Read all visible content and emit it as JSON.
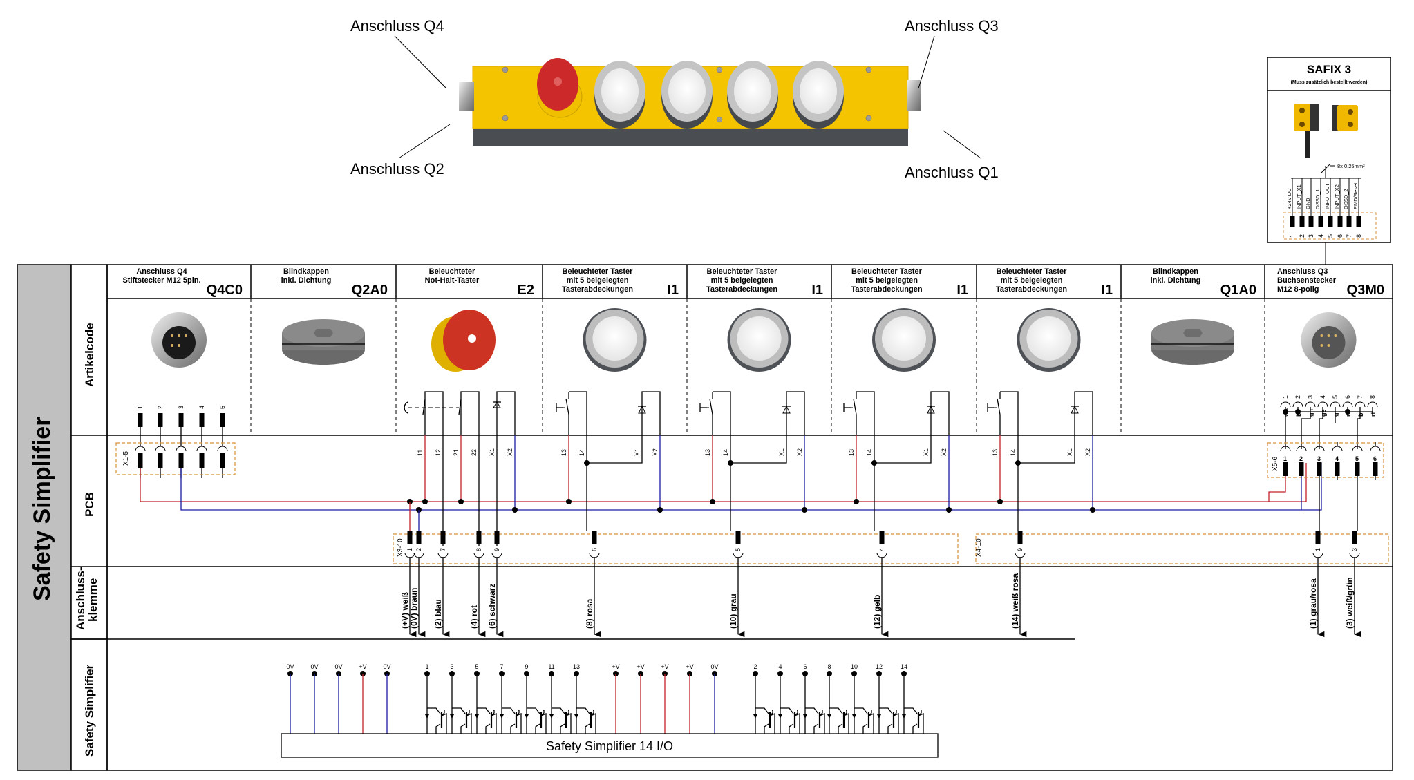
{
  "callouts": {
    "q4": "Anschluss Q4",
    "q3": "Anschluss Q3",
    "q2": "Anschluss Q2",
    "q1": "Anschluss Q1"
  },
  "safix": {
    "title": "SAFIX 3",
    "subtitle": "(Muss zusätzlich bestellt werden)",
    "cable": "8x 0.25mm²",
    "signals": [
      "+24V DC",
      "INPUT_X1",
      "GND",
      "OSSD_1",
      "INFO_OUT",
      "INPUT_X2",
      "OSSD_2",
      "EMD/Reset"
    ],
    "pins": [
      "1",
      "2",
      "3",
      "4",
      "5",
      "6",
      "7",
      "8"
    ]
  },
  "main_label": "Safety Simplifier",
  "rows": {
    "artikelcode": "Artikelcode",
    "pcb": "PCB",
    "klemme_1": "Anschluss-",
    "klemme_2": "klemme",
    "simplifier": "Safety Simplifier"
  },
  "columns": [
    {
      "desc": [
        "Anschluss Q4",
        "Stiftstecker M12 5pin."
      ],
      "code": "Q4C0",
      "image": "m12-male-connector"
    },
    {
      "desc": [
        "Blindkappen",
        "inkl. Dichtung"
      ],
      "code": "Q2A0",
      "image": "blind-cap"
    },
    {
      "desc": [
        "Beleuchteter",
        "Not-Halt-Taster"
      ],
      "code": "E2",
      "image": "emergency-stop-button"
    },
    {
      "desc": [
        "Beleuchteter Taster",
        "mit 5 beigelegten",
        "Tasterabdeckungen"
      ],
      "code": "I1",
      "image": "illuminated-pushbutton"
    },
    {
      "desc": [
        "Beleuchteter Taster",
        "mit 5 beigelegten",
        "Tasterabdeckungen"
      ],
      "code": "I1",
      "image": "illuminated-pushbutton"
    },
    {
      "desc": [
        "Beleuchteter Taster",
        "mit 5 beigelegten",
        "Tasterabdeckungen"
      ],
      "code": "I1",
      "image": "illuminated-pushbutton"
    },
    {
      "desc": [
        "Beleuchteter Taster",
        "mit 5 beigelegten",
        "Tasterabdeckungen"
      ],
      "code": "I1",
      "image": "illuminated-pushbutton"
    },
    {
      "desc": [
        "Blindkappen",
        "inkl. Dichtung"
      ],
      "code": "Q1A0",
      "image": "blind-cap"
    },
    {
      "desc": [
        "Anschluss Q3",
        "Buchsenstecker",
        "M12 8-polig"
      ],
      "code": "Q3M0",
      "image": "m12-female-connector"
    }
  ],
  "q4_pins": [
    "1",
    "2",
    "3",
    "4",
    "5"
  ],
  "q3_pins": [
    "1",
    "2",
    "3",
    "4",
    "5",
    "6",
    "7",
    "8"
  ],
  "q3_wire_colors": [
    "ws",
    "br",
    "gn",
    "ge",
    "gr",
    "rs",
    "bl",
    "rt"
  ],
  "estop_contacts": [
    "11",
    "12",
    "21",
    "22",
    "X1",
    "X2"
  ],
  "button_contacts": [
    "13",
    "14",
    "X1",
    "X2"
  ],
  "terminals": {
    "x1": {
      "name": "X1-5",
      "pins": [
        "1",
        "2",
        "3",
        "4",
        "5"
      ]
    },
    "x3": {
      "name": "X3-10",
      "pins": [
        "1",
        "2",
        "7",
        "8",
        "9",
        "6",
        "5",
        "4"
      ]
    },
    "x4": {
      "name": "X4-10",
      "pins": [
        "9",
        "1",
        "3"
      ]
    },
    "x5": {
      "name": "X5-6",
      "pins": [
        "1",
        "2",
        "3",
        "4",
        "5",
        "6"
      ]
    }
  },
  "wires": [
    "(+V) weiß",
    "(0V) braun",
    "(2) blau",
    "(4) rot",
    "(6) schwarz",
    "(8) rosa",
    "(10) grau",
    "(12) gelb",
    "(14) weiß rosa",
    "(1) grau/rosa",
    "(3) weiß/grün"
  ],
  "simplifier": {
    "group1": [
      "0V",
      "0V",
      "0V",
      "+V",
      "0V"
    ],
    "inputs_odd": [
      "1",
      "3",
      "5",
      "7",
      "9",
      "11",
      "13"
    ],
    "group2": [
      "+V",
      "+V",
      "+V",
      "+V",
      "0V"
    ],
    "inputs_even": [
      "2",
      "4",
      "6",
      "8",
      "10",
      "12",
      "14"
    ],
    "box_label": "Safety Simplifier 14 I/O"
  },
  "colors": {
    "plus_v": "#c0202a",
    "zero_v": "#1a1aa0",
    "terminal_box": "#d9913a",
    "label_band": "#c0c0c0",
    "housing_yellow": "#f5c400"
  }
}
